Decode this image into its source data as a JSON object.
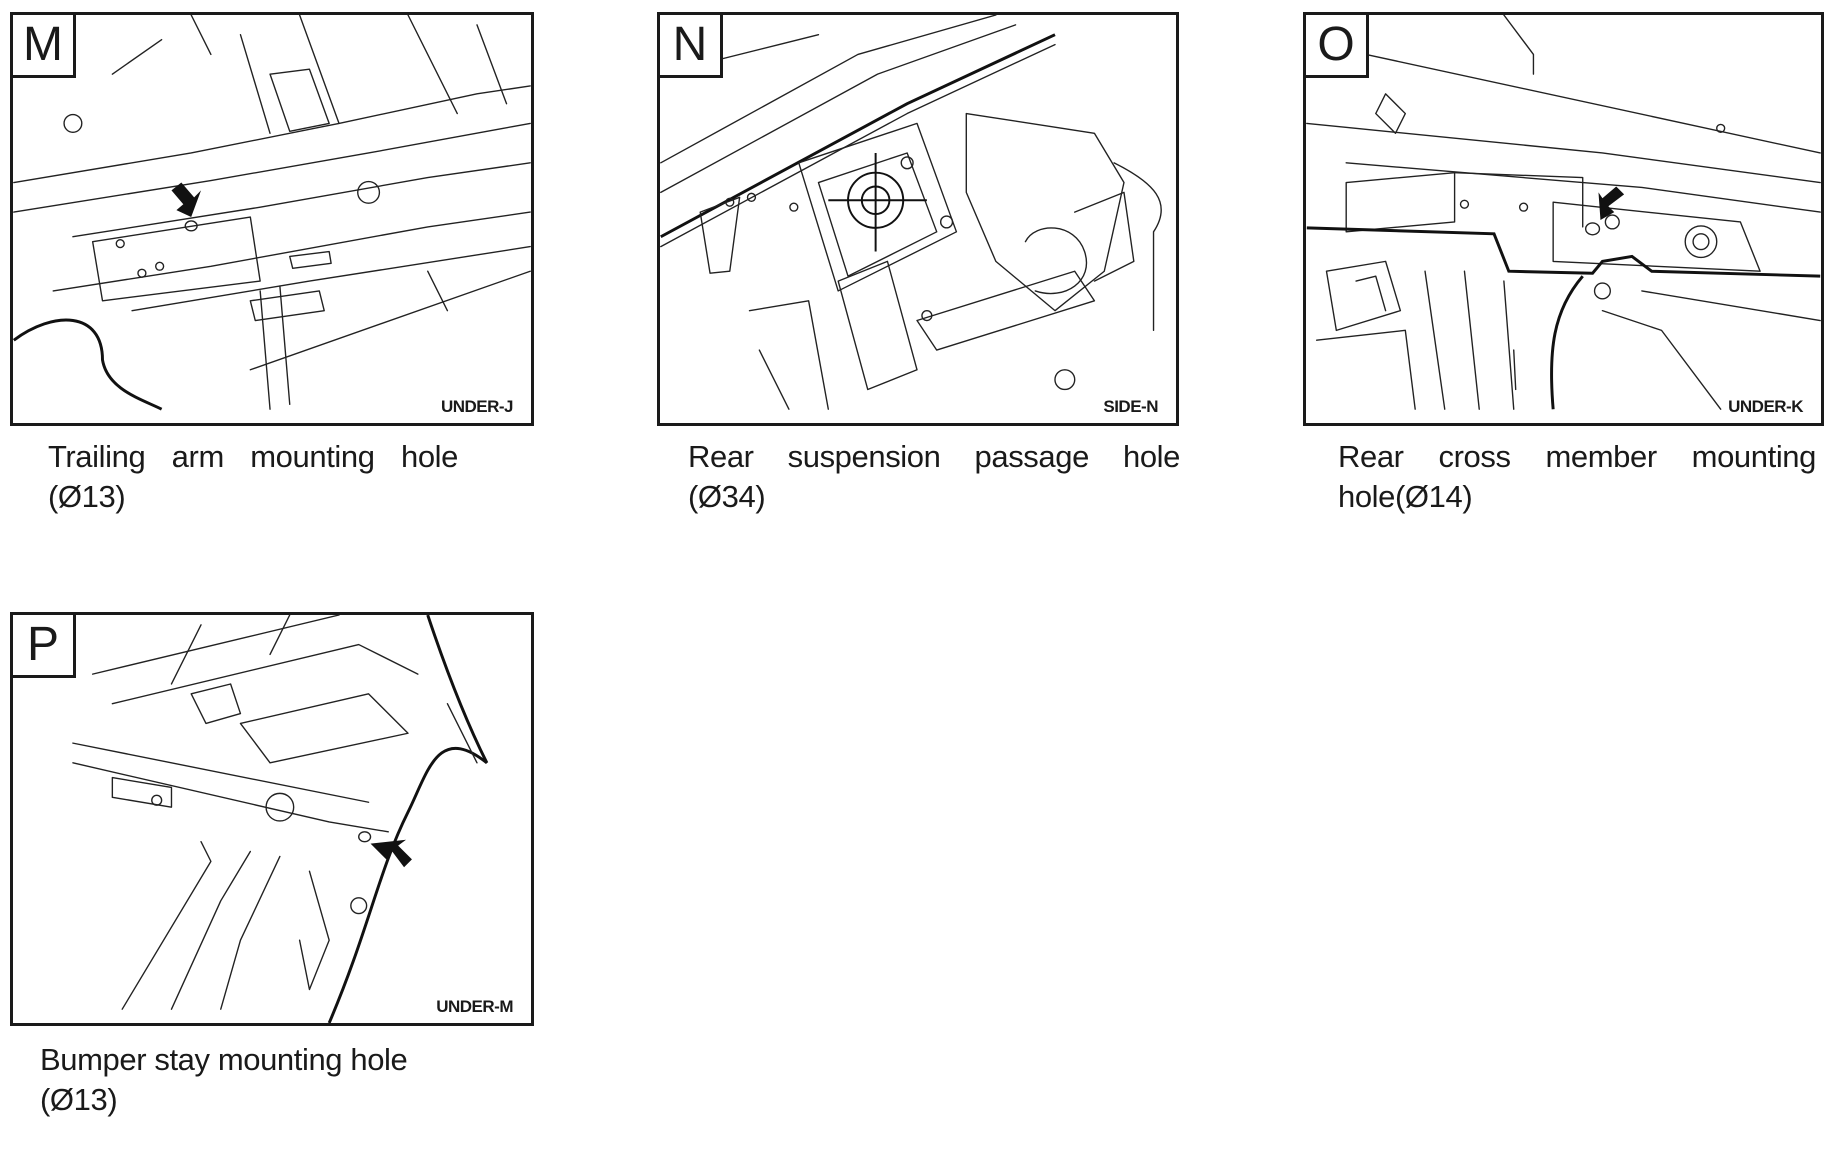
{
  "panels": [
    {
      "letter": "M",
      "code": "UNDER-J",
      "caption_line1": "Trailing arm mounting hole",
      "caption_line2": "(Ø13)",
      "marker": "arrow"
    },
    {
      "letter": "N",
      "code": "SIDE-N",
      "caption_line1": "Rear suspension passage hole",
      "caption_line2": "(Ø34)",
      "marker": "crosshair"
    },
    {
      "letter": "O",
      "code": "UNDER-K",
      "caption_line1": "Rear cross member mounting",
      "caption_line2": "hole(Ø14)",
      "marker": "arrow"
    },
    {
      "letter": "P",
      "code": "UNDER-M",
      "caption_line1": "Bumper stay mounting hole",
      "caption_line2": "(Ø13)",
      "marker": "arrow"
    }
  ]
}
